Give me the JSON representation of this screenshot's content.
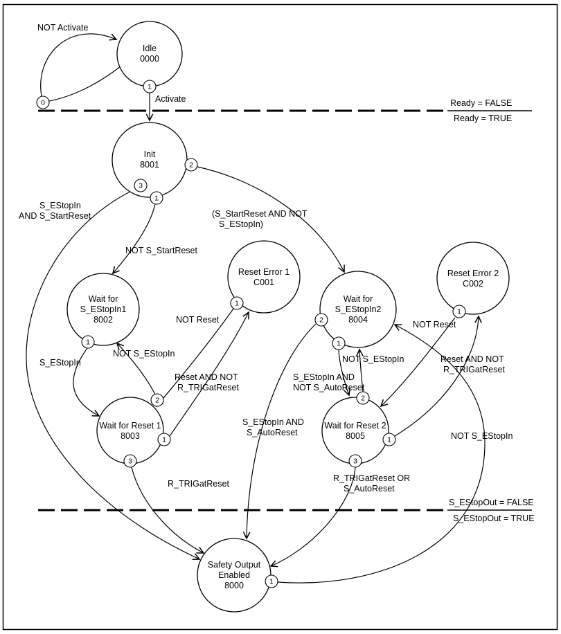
{
  "states": {
    "idle": [
      "Idle",
      "0000"
    ],
    "init": [
      "Init",
      "8001"
    ],
    "wait_estopin1": [
      "Wait for",
      "S_EStopIn1",
      "8002"
    ],
    "reset_error1": [
      "Reset Error 1",
      "C001"
    ],
    "wait_estopin2": [
      "Wait for",
      "S_EStopIn2",
      "8004"
    ],
    "reset_error2": [
      "Reset Error 2",
      "C002"
    ],
    "wait_reset1": [
      "Wait for Reset 1",
      "8003"
    ],
    "wait_reset2": [
      "Wait for Reset 2",
      "8005"
    ],
    "safety_output": [
      "Safety Output",
      "Enabled",
      "8000"
    ]
  },
  "badges": {
    "start": "0",
    "idle_1": "1",
    "init_2": "2",
    "init_3": "3",
    "init_1": "1",
    "e8002_1": "1",
    "c001_1": "1",
    "e8004_2": "2",
    "e8004_1": "1",
    "c002_1": "1",
    "e8003_2": "2",
    "e8003_1": "1",
    "e8003_3": "3",
    "e8005_2": "2",
    "e8005_1": "1",
    "e8005_3": "3",
    "e8000_1": "1"
  },
  "labels": {
    "not_activate": "NOT Activate",
    "activate": "Activate",
    "ready_false": "Ready = FALSE",
    "ready_true": "Ready = TRUE",
    "estop_and_startreset_1": "S_EStopIn",
    "estop_and_startreset_2": "AND S_StartReset",
    "not_startreset": "NOT S_StartReset",
    "startreset_and_not_estop_1": "(S_StartReset AND NOT",
    "startreset_and_not_estop_2": "S_EStopIn)",
    "not_reset_left": "NOT Reset",
    "not_reset_right": "NOT Reset",
    "s_estopin": "S_EStopIn",
    "not_s_estopin_left": "NOT S_EStopIn",
    "reset_and_not_rtrig_left_1": "Reset AND NOT",
    "reset_and_not_rtrig_left_2": "R_TRIGatReset",
    "rtrig_at_reset": "R_TRIGatReset",
    "not_s_estopin_mid": "NOT S_EStopIn",
    "estop_not_autoreset_1": "S_EStopIn AND",
    "estop_not_autoreset_2": "NOT S_AutoReset",
    "estop_autoreset_1": "S_EStopIn AND",
    "estop_autoreset_2": "S_AutoReset",
    "reset_and_not_rtrig_right_1": "Reset AND NOT",
    "reset_and_not_rtrig_right_2": "R_TRIGatReset",
    "rtrig_or_autoreset_1": "R_TRIGatReset OR",
    "rtrig_or_autoreset_2": "S_AutoReset",
    "not_s_estopin_right": "NOT S_EStopIn",
    "estopout_false": "S_EStopOut = FALSE",
    "estopout_true": "S_EStopOut = TRUE"
  }
}
